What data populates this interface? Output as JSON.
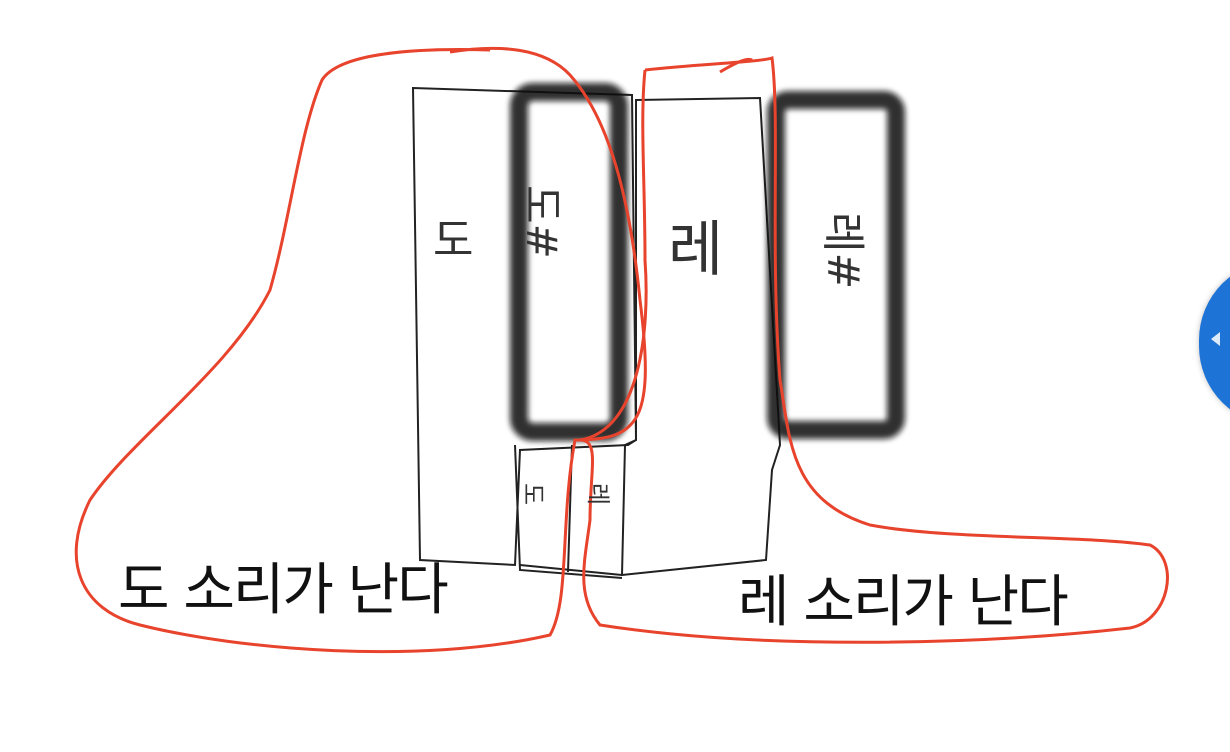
{
  "drawing": {
    "keys": {
      "white_do_label": "도",
      "white_re_label": "레",
      "black_key_do_sharp_label": "도#",
      "black_key_re_sharp_label": "레#",
      "lower_do_label": "도",
      "lower_re_label": "레"
    },
    "captions": {
      "do_sound": "도 소리가 난다",
      "re_sound": "레 소리가 난다"
    },
    "colors": {
      "outline": "#222222",
      "highlight": "#e8432c",
      "black_key_stroke": "#111111",
      "side_button": "#1e73d6"
    }
  },
  "side_panel": {
    "toggle_icon": "chevron-left-icon"
  }
}
